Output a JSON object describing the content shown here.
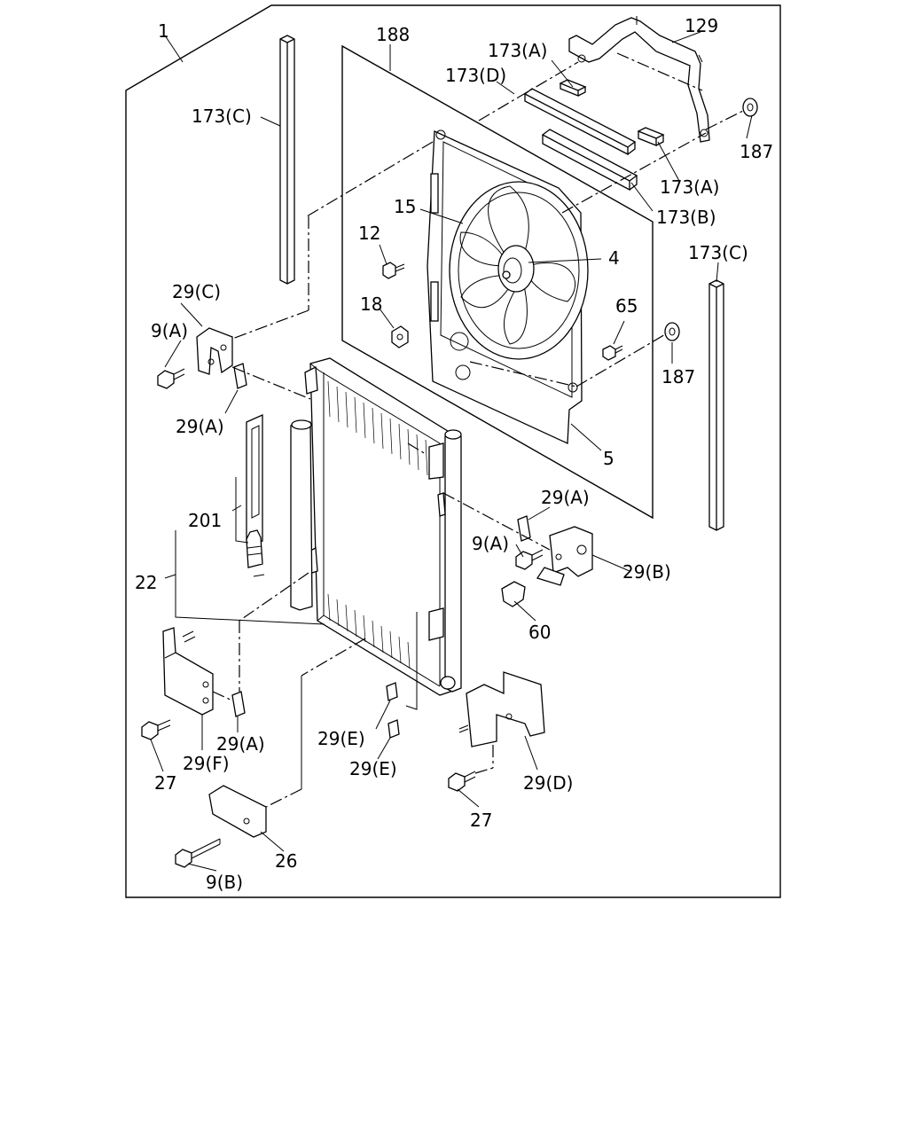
{
  "labels": {
    "l1": "1",
    "l188": "188",
    "l129": "129",
    "l173a_top": "173(A)",
    "l173d": "173(D)",
    "l173c_left": "173(C)",
    "l173a_mid": "173(A)",
    "l173b": "173(B)",
    "l173c_right": "173(C)",
    "l187_top": "187",
    "l187_mid": "187",
    "l15": "15",
    "l12": "12",
    "l4": "4",
    "l18": "18",
    "l65": "65",
    "l5": "5",
    "l29c": "29(C)",
    "l9a_left": "9(A)",
    "l29a_left": "29(A)",
    "l201": "201",
    "l22": "22",
    "l29a_right": "29(A)",
    "l9a_right": "9(A)",
    "l29b": "29(B)",
    "l60": "60",
    "l29a_low": "29(A)",
    "l29f": "29(F)",
    "l27_left": "27",
    "l29e_top": "29(E)",
    "l29e_bot": "29(E)",
    "l29d": "29(D)",
    "l27_right": "27",
    "l26": "26",
    "l9b": "9(B)"
  }
}
